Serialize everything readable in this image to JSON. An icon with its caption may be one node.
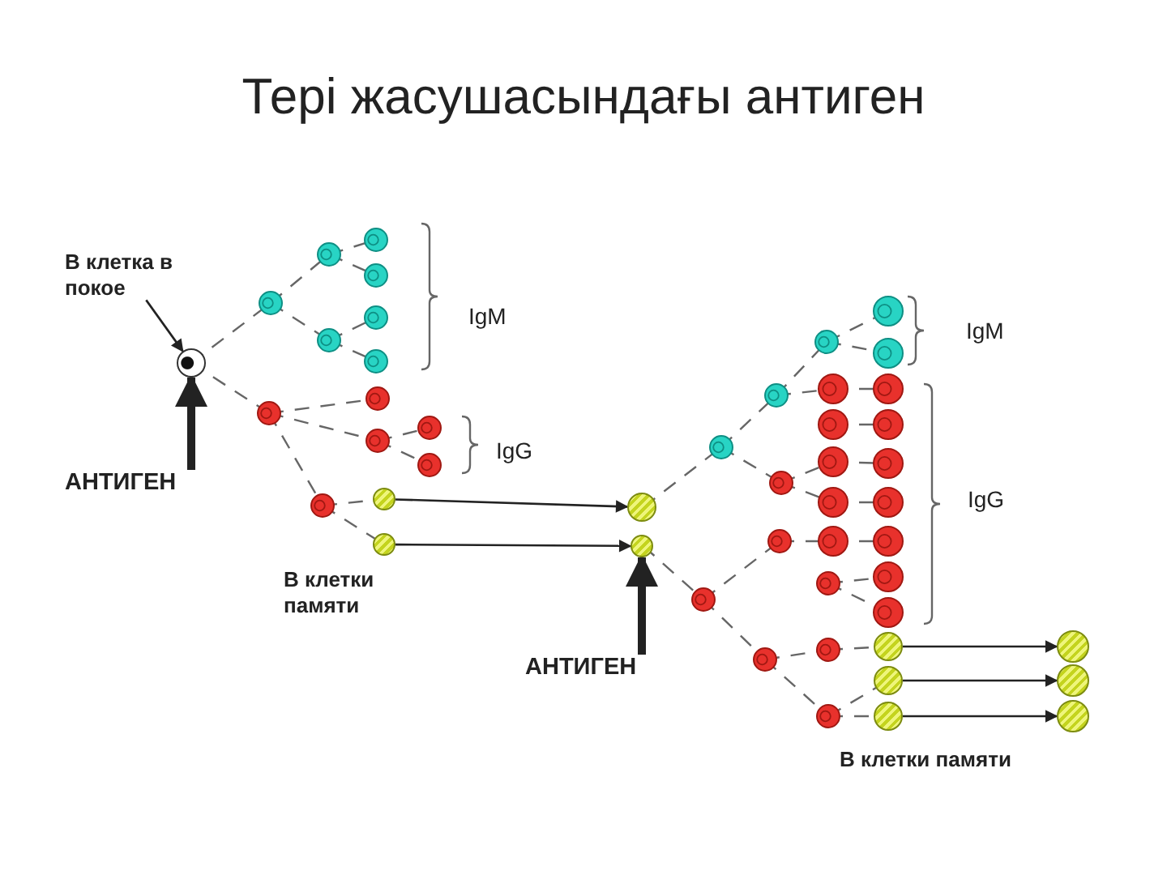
{
  "diagram": {
    "title": "Тері жасушасындағы антиген",
    "nodes": [
      {
        "text": [
          "В клетка в покое"
        ]
      },
      {
        "text": [],
        "shape": "circle"
      },
      {
        "text": [
          "АНТИГЕН"
        ]
      },
      {
        "text": [],
        "shape": "circle"
      },
      {
        "text": [],
        "shape": "circle"
      },
      {
        "text": [
          "В клетки памяти"
        ]
      },
      {
        "text": [],
        "shape": "circle"
      },
      {
        "text": [],
        "shape": "circle"
      },
      {
        "text": [
          "АНТИГЕН"
        ]
      },
      {
        "text": [],
        "shape": "circle"
      },
      {
        "text": [],
        "shape": "circle"
      },
      {
        "text": [],
        "shape": "circle"
      },
      {
        "text": [],
        "shape": "circle"
      },
      {
        "text": [],
        "shape": "circle"
      },
      {
        "text": [],
        "shape": "circle"
      },
      {
        "text": [
          "В клетки памяти"
        ]
      }
    ],
    "edges": [
      {
        "from": 0,
        "to": 1,
        "arrow": "to"
      },
      {
        "from": 2,
        "to": 1,
        "arrow": "to",
        "style": "thick"
      },
      {
        "from": 3,
        "to": 6,
        "arrow": "to"
      },
      {
        "from": 4,
        "to": 7,
        "arrow": "to"
      },
      {
        "from": 8,
        "to": 7,
        "arrow": "to",
        "style": "thick"
      },
      {
        "from": 9,
        "to": 12,
        "arrow": "to"
      },
      {
        "from": 10,
        "to": 13,
        "arrow": "to"
      },
      {
        "from": 11,
        "to": 14,
        "arrow": "to"
      }
    ],
    "labels": [
      "IgM",
      "IgG",
      "IgM",
      "IgG"
    ]
  }
}
